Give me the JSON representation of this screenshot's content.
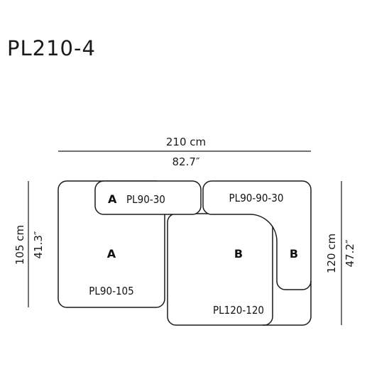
{
  "title": "PL210-4",
  "dimensions": {
    "width_cm": "210 cm",
    "width_in": "82.7″",
    "left_height_cm": "105 cm",
    "left_height_in": "41.3″",
    "right_height_cm": "120 cm",
    "right_height_in": "47.2″"
  },
  "modules": {
    "back_left_letter": "A",
    "back_left_label": "PL90-30",
    "back_right_label": "PL90-90-30",
    "left_seat_letter": "A",
    "left_seat_label": "PL90-105",
    "right_seat_letter": "B",
    "corner_letter": "B",
    "right_seat_label": "PL120-120"
  }
}
